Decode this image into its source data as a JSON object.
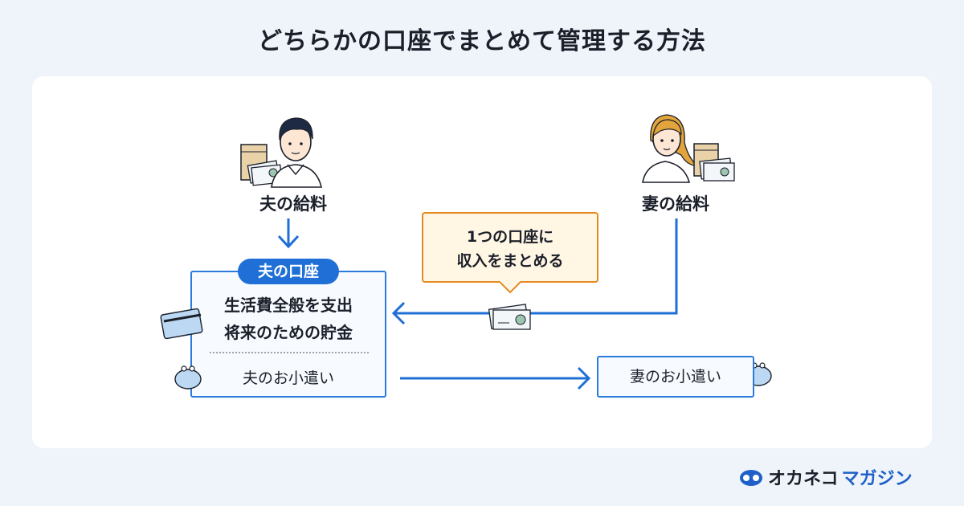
{
  "title": "どちらかの口座でまとめて管理する方法",
  "husband": {
    "salary_label": "夫の給料"
  },
  "wife": {
    "salary_label": "妻の給料"
  },
  "callout": {
    "line1": "1つの口座に",
    "line2": "収入をまとめる"
  },
  "husband_account": {
    "tag": "夫の口座",
    "line1": "生活費全般を支出",
    "line2": "将来のための貯金",
    "allowance": "夫のお小遣い"
  },
  "wife_allowance": "妻のお小遣い",
  "logo": {
    "part1": "オカネコ",
    "part2": "マガジン"
  },
  "colors": {
    "arrow": "#1f6fd6",
    "callout_border": "#e58a23",
    "callout_bg": "#fff6e3",
    "brand": "#1f5fc8"
  }
}
